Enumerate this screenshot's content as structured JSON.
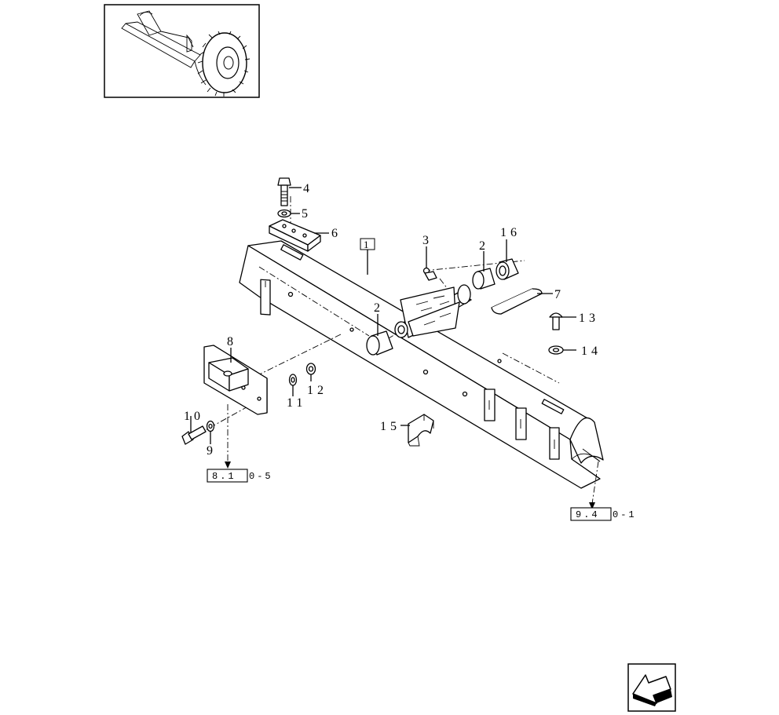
{
  "callouts": {
    "c1": "1",
    "c2a": "2",
    "c2b": "2",
    "c3": "3",
    "c4": "4",
    "c5": "5",
    "c6": "6",
    "c7": "7",
    "c8": "8",
    "c9": "9",
    "c10": "10",
    "c11": "11",
    "c12": "12",
    "c13": "13",
    "c14": "14",
    "c15": "15",
    "c16": "16"
  },
  "references": {
    "left": {
      "boxed": "8.1",
      "suffix": "0-5"
    },
    "right": {
      "boxed": "9.4",
      "suffix": "0-1"
    }
  },
  "nav": {
    "icon": "arrow-back-icon"
  }
}
